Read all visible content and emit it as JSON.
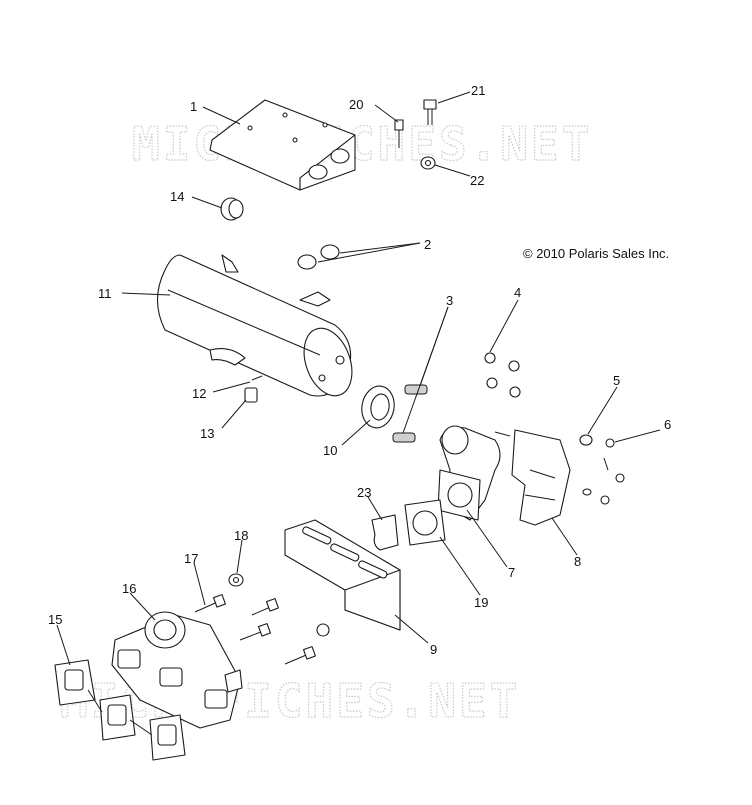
{
  "copyright": "© 2010 Polaris Sales Inc.",
  "watermark": "MICROFICHES.NET",
  "callouts": [
    "1",
    "2",
    "3",
    "4",
    "5",
    "6",
    "7",
    "8",
    "9",
    "10",
    "11",
    "12",
    "13",
    "14",
    "15",
    "16",
    "17",
    "18",
    "19",
    "20",
    "21",
    "22",
    "23"
  ]
}
